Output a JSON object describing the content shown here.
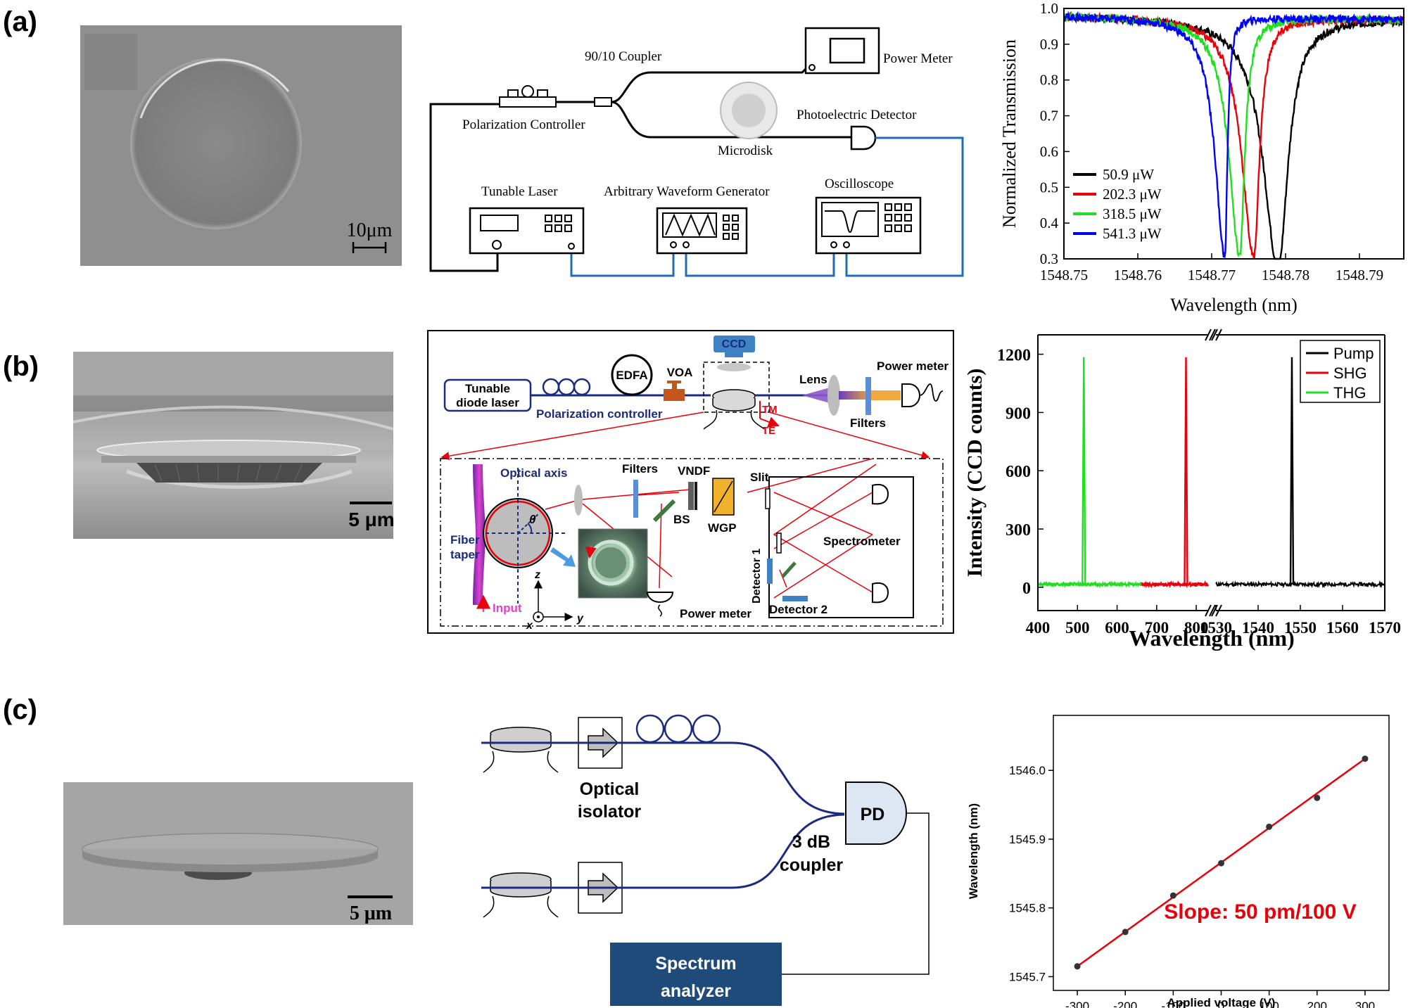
{
  "panels": [
    {
      "label": "(a)"
    },
    {
      "label": "(b)"
    },
    {
      "label": "(c)"
    }
  ],
  "a": {
    "sem_scale": "10μm",
    "setup": {
      "coupler": "90/10 Coupler",
      "power_meter": "Power Meter",
      "pol_controller": "Polarization Controller",
      "photodetector": "Photoelectric Detector",
      "microdisk": "Microdisk",
      "laser": "Tunable Laser",
      "awg": "Arbitrary Waveform Generator",
      "oscilloscope": "Oscilloscope"
    }
  },
  "b": {
    "sem_scale": "5 μm",
    "setup": {
      "laser_line1": "Tunable",
      "laser_line2": "diode laser",
      "edfa": "EDFA",
      "voa": "VOA",
      "ccd": "CCD",
      "lens": "Lens",
      "power_meter": "Power meter",
      "pol_controller": "Polarization controller",
      "filters": "Filters",
      "tm": "TM",
      "te": "TE",
      "optical_axis": "Optical axis",
      "theta": "θ",
      "filters2": "Filters",
      "vndf": "VNDF",
      "slit": "Slit",
      "bs": "BS",
      "wgp": "WGP",
      "spectrometer": "Spectrometer",
      "fiber": "Fiber",
      "taper": "taper",
      "detector1": "Detector 1",
      "detector2": "Detector 2",
      "input": "Input",
      "power_meter2": "Power meter",
      "z": "z",
      "x": "x",
      "y": "y"
    }
  },
  "c": {
    "sem_scale": "5 μm",
    "setup": {
      "isolator_line1": "Optical",
      "isolator_line2": "isolator",
      "pd": "PD",
      "coupler_line1": "3 dB",
      "coupler_line2": "coupler",
      "analyzer_line1": "Spectrum",
      "analyzer_line2": "analyzer"
    }
  },
  "chart_data": [
    {
      "type": "line",
      "panel": "a",
      "xlabel": "Wavelength (nm)",
      "ylabel": "Normalized Transmission",
      "xlim": [
        1548.75,
        1548.796
      ],
      "ylim": [
        0.3,
        1.0
      ],
      "xticks": [
        1548.75,
        1548.76,
        1548.77,
        1548.78,
        1548.79
      ],
      "xtick_labels": [
        "1548.75",
        "1548.76",
        "1548.77",
        "1548.78",
        "1548.79"
      ],
      "yticks": [
        0.3,
        0.4,
        0.5,
        0.6,
        0.7,
        0.8,
        0.9,
        1.0
      ],
      "ytick_labels": [
        "0.3",
        "0.4",
        "0.5",
        "0.6",
        "0.7",
        "0.8",
        "0.9",
        "1.0"
      ],
      "legend_placement": "lower-left",
      "series": [
        {
          "name": "50.9 μW",
          "color": "#000000",
          "dip": 1548.779,
          "min": 0.3,
          "width_left": 0.0072,
          "width_right": 0.0048
        },
        {
          "name": "202.3 μW",
          "color": "#e8000b",
          "dip": 1548.7757,
          "min": 0.33,
          "width_left": 0.0058,
          "width_right": 0.0028
        },
        {
          "name": "318.5 μW",
          "color": "#1fe01f",
          "dip": 1548.7738,
          "min": 0.33,
          "width_left": 0.0052,
          "width_right": 0.0024
        },
        {
          "name": "541.3 μW",
          "color": "#0000ff",
          "dip": 1548.7718,
          "min": 0.33,
          "width_left": 0.0048,
          "width_right": 0.0012
        }
      ]
    },
    {
      "type": "line",
      "panel": "b",
      "xlabel": "Wavelength (nm)",
      "ylabel": "Intensity (CCD counts)",
      "ylim": [
        -120,
        1300
      ],
      "yticks": [
        0,
        300,
        600,
        900,
        1200
      ],
      "ytick_labels": [
        "0",
        "300",
        "600",
        "900",
        "1200"
      ],
      "segments": [
        {
          "xlim": [
            400,
            830
          ],
          "xticks": [
            400,
            500,
            600,
            700,
            800
          ]
        },
        {
          "xlim": [
            1530,
            1570
          ],
          "xticks": [
            1530,
            1540,
            1550,
            1560,
            1570
          ]
        }
      ],
      "legend_placement": "top-right",
      "series": [
        {
          "name": "Pump",
          "color": "#000000",
          "x_range": [
            1530,
            1570
          ],
          "peak_x": 1548,
          "peak_y": 1185
        },
        {
          "name": "SHG",
          "color": "#e8000b",
          "x_range": [
            660,
            830
          ],
          "peak_x": 774,
          "peak_y": 1185
        },
        {
          "name": "THG",
          "color": "#1fe01f",
          "x_range": [
            400,
            660
          ],
          "peak_x": 516,
          "peak_y": 1185
        }
      ]
    },
    {
      "type": "scatter",
      "panel": "c",
      "xlabel": "Applied voltage (V)",
      "ylabel": "Wavelength (nm)",
      "annotation": "Slope: 50 pm/100 V",
      "xlim": [
        -350,
        350
      ],
      "ylim": [
        1545.68,
        1546.08
      ],
      "xticks": [
        -300,
        -200,
        -100,
        0,
        100,
        200,
        300
      ],
      "xtick_labels": [
        "-300",
        "-200",
        "-100",
        "0",
        "100",
        "200",
        "300"
      ],
      "yticks": [
        1545.7,
        1545.8,
        1545.9,
        1546.0
      ],
      "ytick_labels": [
        "1545.7",
        "1545.8",
        "1545.9",
        "1546.0"
      ],
      "x": [
        -300,
        -200,
        -100,
        0,
        100,
        200,
        300
      ],
      "y": [
        1545.715,
        1545.765,
        1545.818,
        1545.865,
        1545.918,
        1545.96,
        1546.017
      ],
      "fit_line": {
        "x": [
          -300,
          300
        ],
        "y": [
          1545.715,
          1546.017
        ],
        "color": "#e8000b"
      }
    }
  ]
}
